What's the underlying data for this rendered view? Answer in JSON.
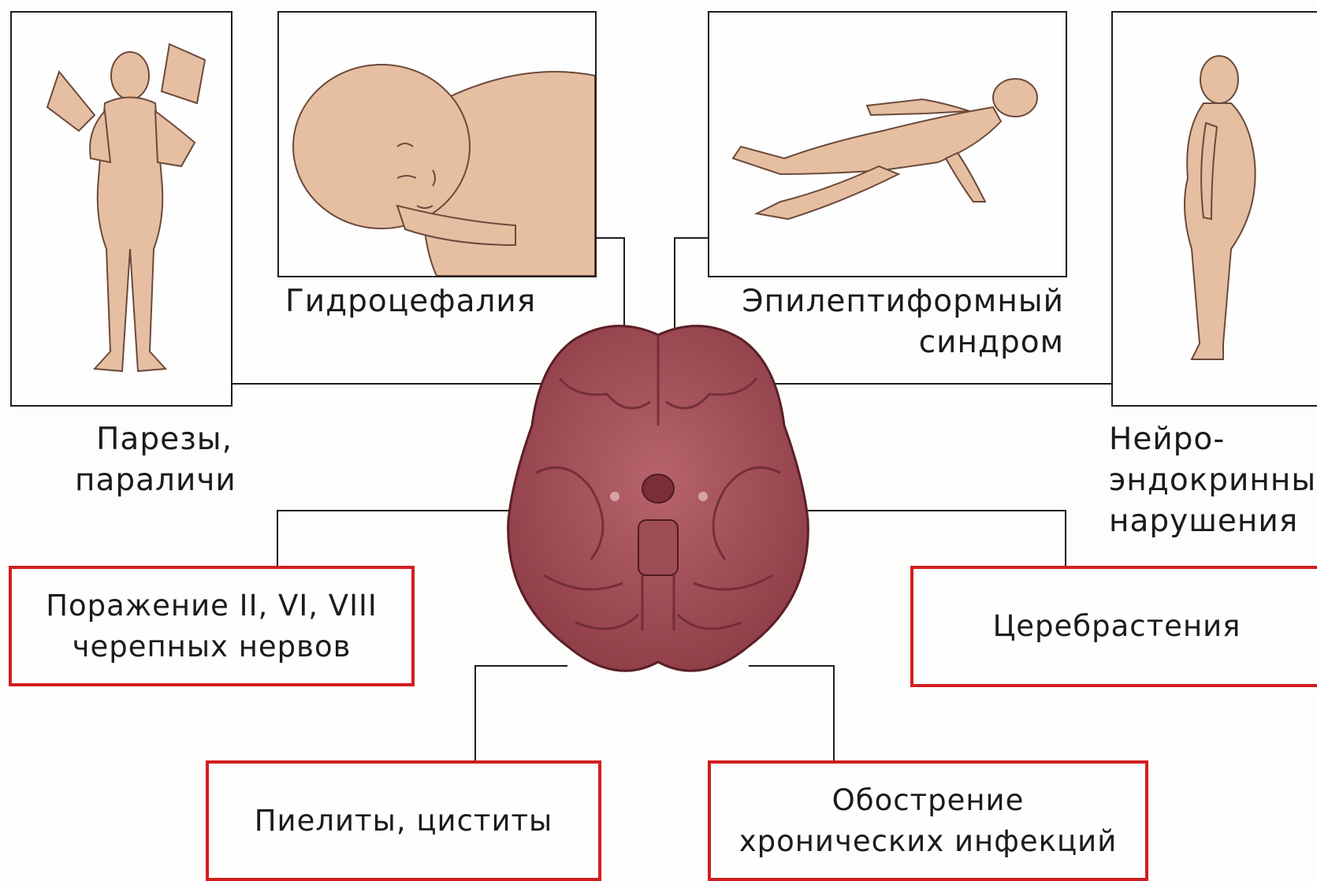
{
  "panels": [
    {
      "id": "paresis",
      "caption": "Парезы,\nпараличи",
      "icon": "standing-girl-figure"
    },
    {
      "id": "hydrocephalus",
      "caption": "Гидроцефалия",
      "icon": "infant-head-figure"
    },
    {
      "id": "epilepsy",
      "caption": "Эпилептиформный\nсиндром",
      "icon": "lying-child-figure"
    },
    {
      "id": "neuroendocrine",
      "caption": "Нейро-\nэндокринные\nнарушения",
      "icon": "obese-person-figure"
    }
  ],
  "boxes": [
    {
      "id": "cranial-nerves",
      "label": "Поражение II, VI, VIII\nчерепных нервов"
    },
    {
      "id": "cerebrasthenia",
      "label": "Церебрастения"
    },
    {
      "id": "pyelitis",
      "label": "Пиелиты, циститы"
    },
    {
      "id": "chronic-infections",
      "label": "Обострение\nхронических инфекций"
    }
  ],
  "hub": {
    "icon": "brain-base-view"
  },
  "colors": {
    "box_border": "#d21e1e",
    "panel_border": "#1e1e1e",
    "skin": "#e6bea2",
    "skin_outline": "#6b4a3a",
    "brain": "#a7545c",
    "brain_dark": "#6d2a33"
  }
}
